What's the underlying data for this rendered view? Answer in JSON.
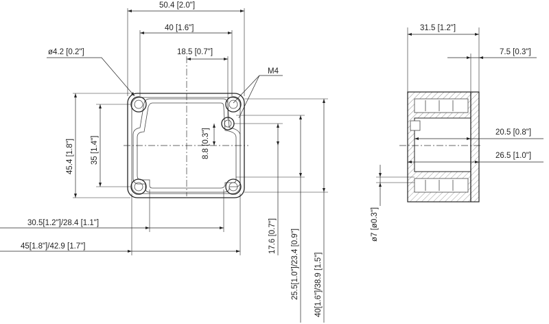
{
  "front_view": {
    "overall_width": "50.4 [2.0\"]",
    "hole_spacing_x": "40 [1.6\"]",
    "center_offset": "18.5 [0.7\"]",
    "hole_diameter": "ø4.2 [0.2\"]",
    "thread": "M4",
    "overall_height": "45.4 [1.8\"]",
    "hole_spacing_y": "35 [1.4\"]",
    "center_offset_y": "8.8 [0.3\"]",
    "inner_width": "30.5[1.2\"]/28.4 [1.1\"]",
    "outer_width": "45[1.8\"]/42.9 [1.7\"]",
    "dim_17_6": "17.6 [0.7\"]",
    "dim_25_5": "25.5[1.0\"]/23.4 [0.9\"]",
    "dim_40": "40[1.6\"]/38.9 [1.5\"]"
  },
  "side_view": {
    "overall_depth": "31.5 [1.2\"]",
    "lid_depth": "7.5 [0.3\"]",
    "inner_depth": "20.5 [0.8\"]",
    "depth_26_5": "26.5 [1.0\"]",
    "hole_dia": "ø7 [ø0.3\"]"
  }
}
